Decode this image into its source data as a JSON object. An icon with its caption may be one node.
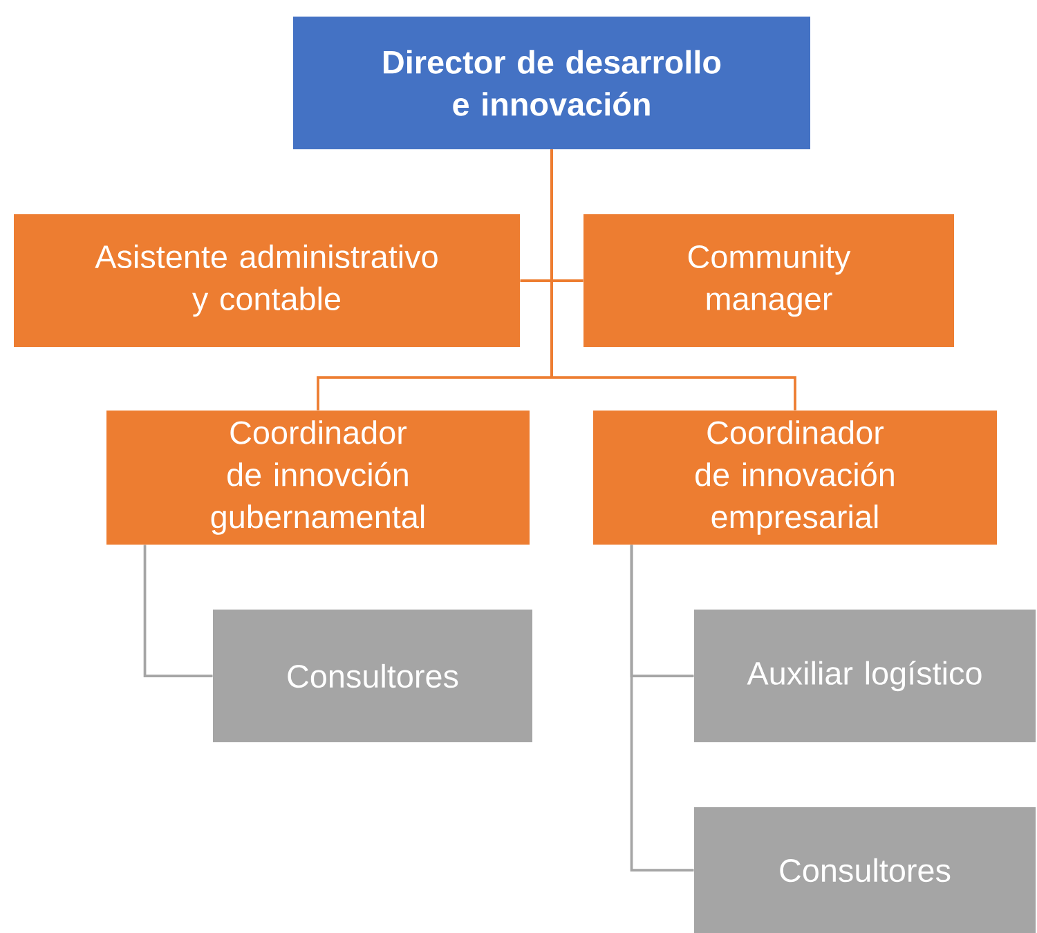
{
  "diagram": {
    "nodes": [
      {
        "text": [
          "Director de desarrollo e innovación"
        ]
      },
      {
        "text": [
          "Asistente administrativo y contable"
        ]
      },
      {
        "text": [
          "Community manager"
        ]
      },
      {
        "text": [
          "Coordinador de innovción gubernamental"
        ]
      },
      {
        "text": [
          "Coordinador de innovación empresarial"
        ]
      },
      {
        "text": [
          "Consultores"
        ]
      },
      {
        "text": [
          "Auxiliar logístico"
        ]
      },
      {
        "text": [
          "Consultores"
        ]
      }
    ],
    "edges": [
      {
        "from": 0,
        "to": 1,
        "arrow": "none"
      },
      {
        "from": 0,
        "to": 2,
        "arrow": "none"
      },
      {
        "from": 0,
        "to": 3,
        "arrow": "none"
      },
      {
        "from": 0,
        "to": 4,
        "arrow": "none"
      },
      {
        "from": 3,
        "to": 5,
        "arrow": "none",
        "color": "#a5a5a5"
      },
      {
        "from": 4,
        "to": 6,
        "arrow": "none",
        "color": "#a5a5a5"
      },
      {
        "from": 4,
        "to": 7,
        "arrow": "none",
        "color": "#a5a5a5"
      }
    ]
  }
}
